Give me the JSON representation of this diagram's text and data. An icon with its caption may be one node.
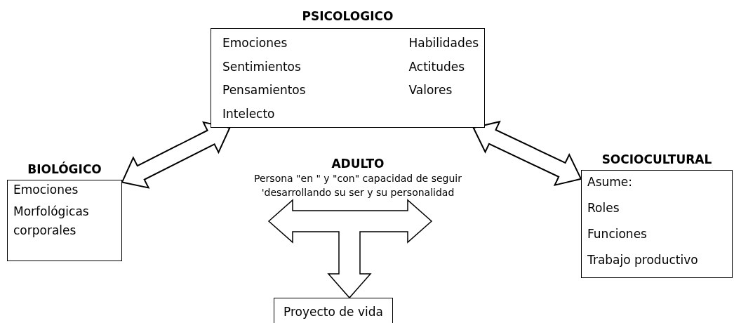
{
  "diagram": {
    "nodes": [
      {
        "text": [
          "PSICOLOGICO",
          "Emociones",
          "Habilidades",
          "Sentimientos",
          "Actitudes",
          "Pensamientos",
          "Valores",
          "Intelecto"
        ]
      },
      {
        "text": [
          "BIOLÓGICO",
          "Emociones",
          "Morfológicas corporales"
        ]
      },
      {
        "text": [
          "ADULTO",
          "Persona \"en \" y \"con\" capacidad de seguir 'desarrollando su ser y su personalidad"
        ]
      },
      {
        "text": [
          "SOCIOCULTURAL",
          "Asume:",
          "Roles",
          "Funciones",
          "Trabajo productivo"
        ]
      },
      {
        "text": [
          "Proyecto de vida"
        ]
      }
    ],
    "edges": [
      {
        "from": 1,
        "to": 0,
        "arrow": "both"
      },
      {
        "from": 0,
        "to": 3,
        "arrow": "both"
      },
      {
        "from": 2,
        "to": null,
        "arrow": "to"
      },
      {
        "from": 2,
        "to": null,
        "arrow": "to"
      },
      {
        "from": 2,
        "to": 4,
        "arrow": "to"
      }
    ]
  }
}
